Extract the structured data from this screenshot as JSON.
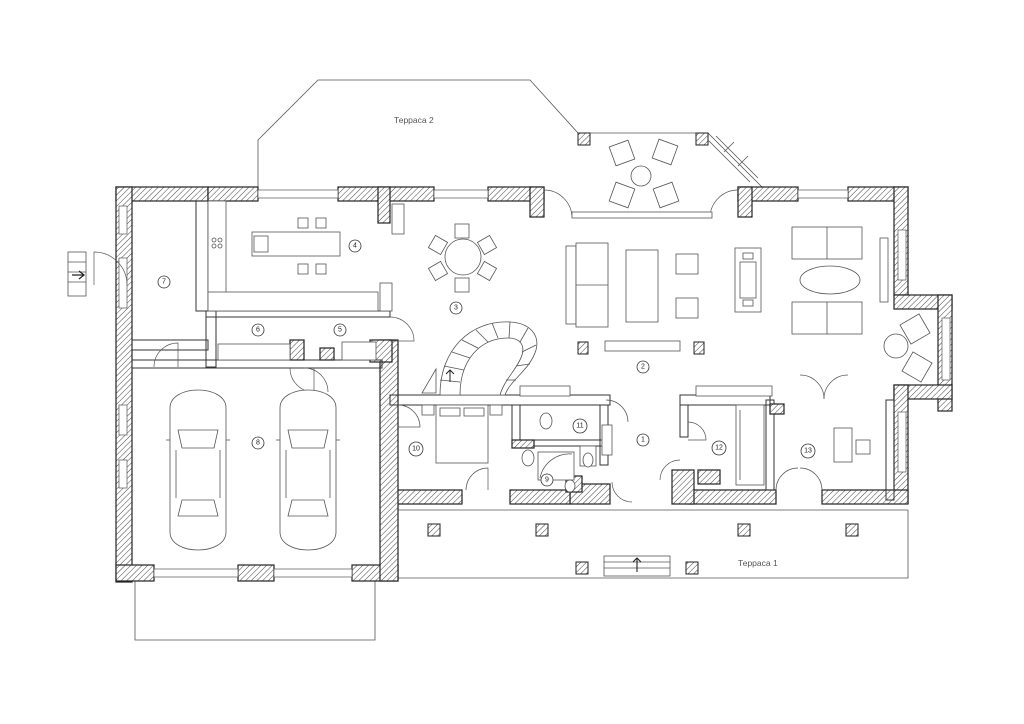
{
  "terraces": [
    {
      "id": "terrace-2",
      "label": "Терраса 2"
    },
    {
      "id": "terrace-1",
      "label": "Терраса 1"
    }
  ],
  "rooms": [
    {
      "id": "room-1",
      "label": "1"
    },
    {
      "id": "room-2",
      "label": "2"
    },
    {
      "id": "room-3",
      "label": "3"
    },
    {
      "id": "room-4",
      "label": "4"
    },
    {
      "id": "room-5",
      "label": "5"
    },
    {
      "id": "room-6",
      "label": "6"
    },
    {
      "id": "room-7",
      "label": "7"
    },
    {
      "id": "room-8",
      "label": "8"
    },
    {
      "id": "room-9",
      "label": "9"
    },
    {
      "id": "room-10",
      "label": "10"
    },
    {
      "id": "room-11",
      "label": "11"
    },
    {
      "id": "room-12",
      "label": "12"
    },
    {
      "id": "room-13",
      "label": "13"
    }
  ]
}
